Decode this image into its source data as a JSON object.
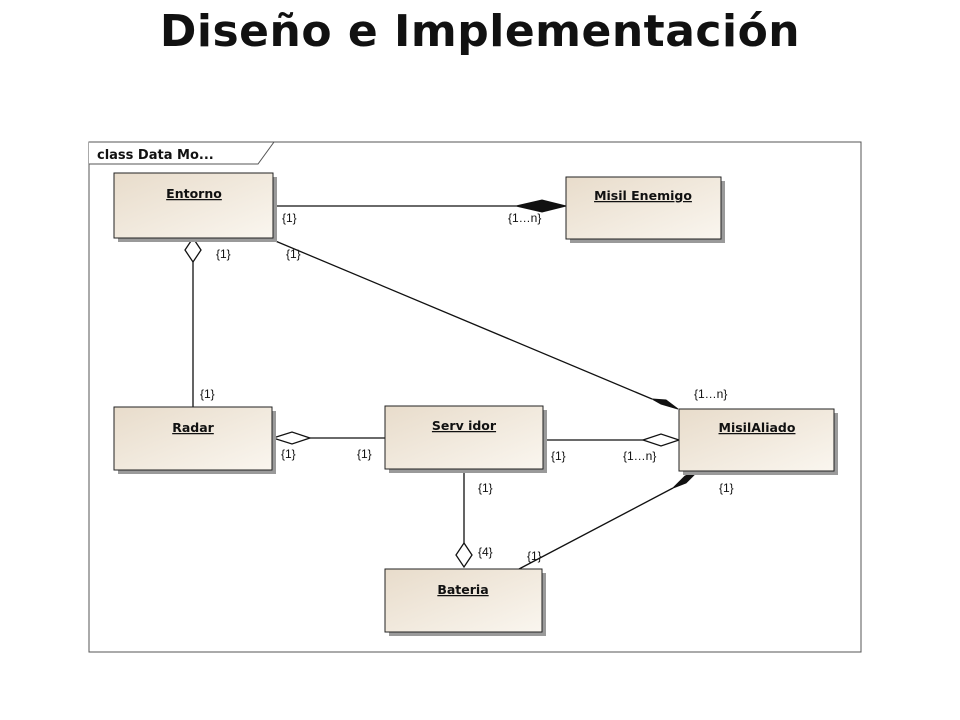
{
  "title": "Diseño e Implementación",
  "frame": {
    "label": "class Data Mo..."
  },
  "classes": {
    "entorno": "Entorno",
    "misil_enemigo": "Misil Enemigo",
    "radar": "Radar",
    "servidor": "Serv idor",
    "misil_aliado": "MisilAliado",
    "bateria": "Bateria"
  },
  "multiplicities": {
    "entorno_enemigo_src": "{1}",
    "entorno_enemigo_dst": "{1…n}",
    "entorno_radar_src": "{1}",
    "entorno_aliado_src": "{1}",
    "entorno_radar_dst": "{1}",
    "aliado_entorno_dst": "{1…n}",
    "radar_servidor_radar": "{1}",
    "radar_servidor_servidor": "{1}",
    "servidor_aliado_servidor": "{1}",
    "servidor_aliado_aliado": "{1…n}",
    "servidor_bateria_servidor": "{1}",
    "servidor_bateria_bateria": "{4}",
    "bateria_aliado_bateria": "{1}",
    "bateria_aliado_aliado": "{1}"
  },
  "colors": {
    "class_fill_start": "#e8dccb",
    "class_fill_end": "#faf6ef",
    "border": "#222222",
    "shadow": "#9a9a9a"
  }
}
